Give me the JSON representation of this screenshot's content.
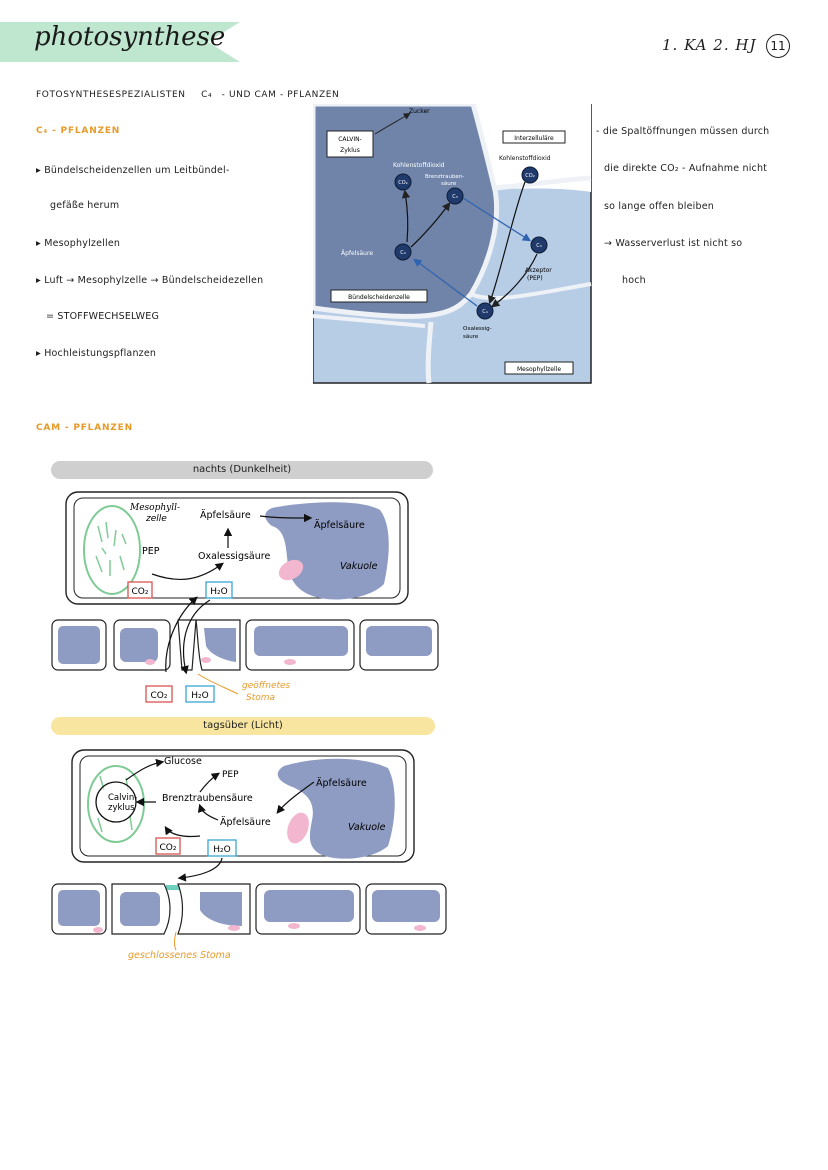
{
  "header": {
    "title": "photosynthese",
    "meta": "1. KA 2. HJ",
    "page_number": "11",
    "ribbon_color": "#bfe6cf"
  },
  "section_title": {
    "prefix": "FOTOSYNTHESESPEZIALISTEN",
    "c4": "C₄",
    "rest": "- UND   CAM - PFLANZEN"
  },
  "c4": {
    "heading": "C₄ - PFLANZEN",
    "bullets": [
      "Bündelscheidenzellen um Leitbündel-",
      "gefäße herum",
      "Mesophylzellen",
      "Luft → Mesophylzelle → Bündelscheidezellen",
      "= STOFFWECHSELWEG",
      "Hochleistungspflanzen"
    ],
    "notes": [
      "- die Spaltöffnungen müssen durch",
      "die direkte CO₂ - Aufnahme nicht",
      "so lange offen bleiben",
      "→ Wasserverlust ist nicht so",
      "hoch"
    ],
    "diagram": {
      "zucker": "Zucker",
      "calvin": [
        "CALVIN-",
        "Zyklus"
      ],
      "interzellulare": "Interzelluläre",
      "kohlenstoffdioxid_left": "Kohlenstoffdioxid",
      "kohlenstoffdioxid_right": "Kohlenstoffdioxid",
      "brenztrauben": [
        "Brenztrauben-",
        "säure"
      ],
      "apfelsaeure": "Äpfelsäure",
      "akzeptor": [
        "Akzeptor",
        "(PEP)"
      ],
      "oxalessig": [
        "Oxalessig-",
        "säure"
      ],
      "buendelscheidenzelle": "Bündelscheidenzelle",
      "mesophyllzelle": "Mesophyllzelle",
      "co2": "CO₂",
      "c3": "C₃",
      "c4": "C₄"
    }
  },
  "cam": {
    "heading": "CAM - PFLANZEN",
    "night": {
      "banner": "nachts (Dunkelheit)",
      "mesophyll": [
        "Mesophyll-",
        "zelle"
      ],
      "apfelsaeure": "Äpfelsäure",
      "apfelsaeure_vac": "Äpfelsäure",
      "pep": "PEP",
      "oxalessig": "Oxalessigsäure",
      "vakuole": "Vakuole",
      "co2": "CO₂",
      "h2o": "H₂O",
      "co2_out": "CO₂",
      "h2o_out": "H₂O",
      "stoma": [
        "geöffnetes",
        "Stoma"
      ]
    },
    "day": {
      "banner": "tagsüber (Licht)",
      "glucose": "Glucose",
      "pep": "PEP",
      "calvin": [
        "Calvin-",
        "zyklus"
      ],
      "brenztrauben": "Brenztraubensäure",
      "apfelsaeure": "Äpfelsäure",
      "apfelsaeure_vac": "Äpfelsäure",
      "vakuole": "Vakuole",
      "co2": "CO₂",
      "h2o": "H₂O",
      "stoma": "geschlossenes Stoma"
    },
    "colors": {
      "night_banner": "#cfcfcf",
      "day_banner": "#f8e6a0",
      "vacuole": "#8e9bc2",
      "pink": "#f2b7cf",
      "chloroplast": "#7fcb96",
      "co2_box": "#d9534f",
      "h2o_box": "#3aa6d6",
      "stoma_text": "#e79a28"
    }
  }
}
